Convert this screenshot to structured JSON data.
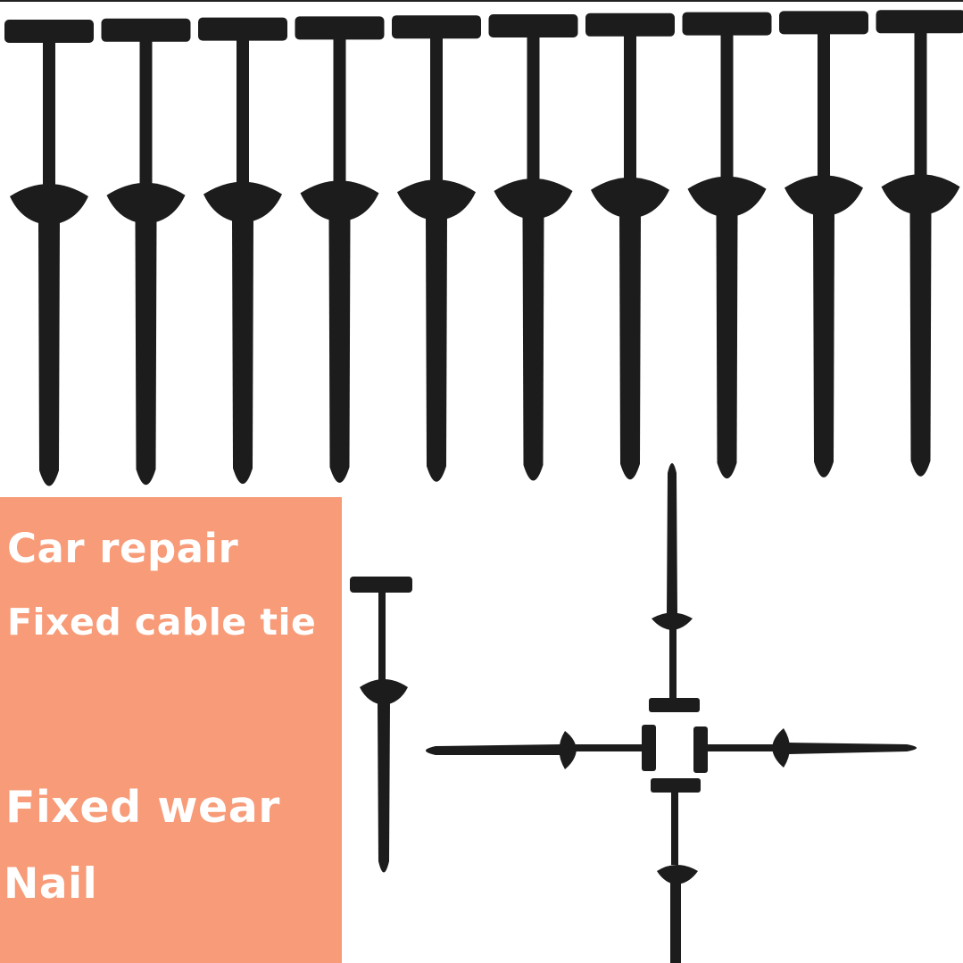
{
  "panel": {
    "background": "#f79b78",
    "text_color": "#ffffff"
  },
  "captions": {
    "line1": "Car repair",
    "line2": "Fixed cable tie",
    "line3": "Fixed wear",
    "line4": "Nail"
  },
  "product": {
    "color": "#1c1c1c",
    "row_count": 10
  }
}
